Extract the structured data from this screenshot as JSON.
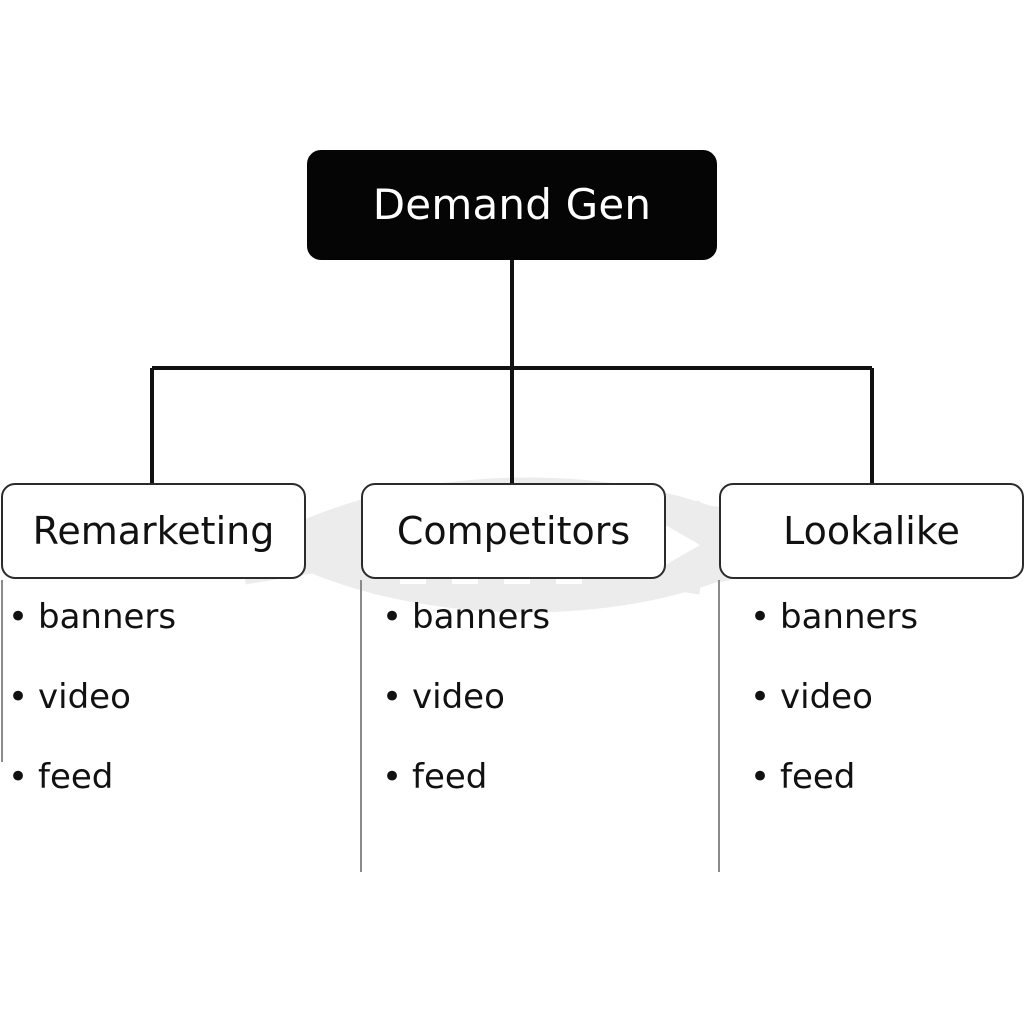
{
  "diagram": {
    "type": "org-chart",
    "title": "Demand Gen",
    "root": {
      "label": "Demand Gen",
      "fill": "#050505",
      "text_color": "#ffffff"
    },
    "children": [
      {
        "label": "Remarketing",
        "fill": "#ffffff",
        "border_color": "#2b2b2b",
        "text_color": "#111111",
        "items": [
          "banners",
          "video",
          "feed"
        ]
      },
      {
        "label": "Competitors",
        "fill": "#ffffff",
        "border_color": "#2b2b2b",
        "text_color": "#111111",
        "items": [
          "banners",
          "video",
          "feed"
        ]
      },
      {
        "label": "Lookalike",
        "fill": "#ffffff",
        "border_color": "#2b2b2b",
        "text_color": "#111111",
        "items": [
          "banners",
          "video",
          "feed"
        ]
      }
    ],
    "bullet_glyph": "•",
    "connector_color": "#111111",
    "background": "#ffffff",
    "watermark_color": "#ececec"
  }
}
